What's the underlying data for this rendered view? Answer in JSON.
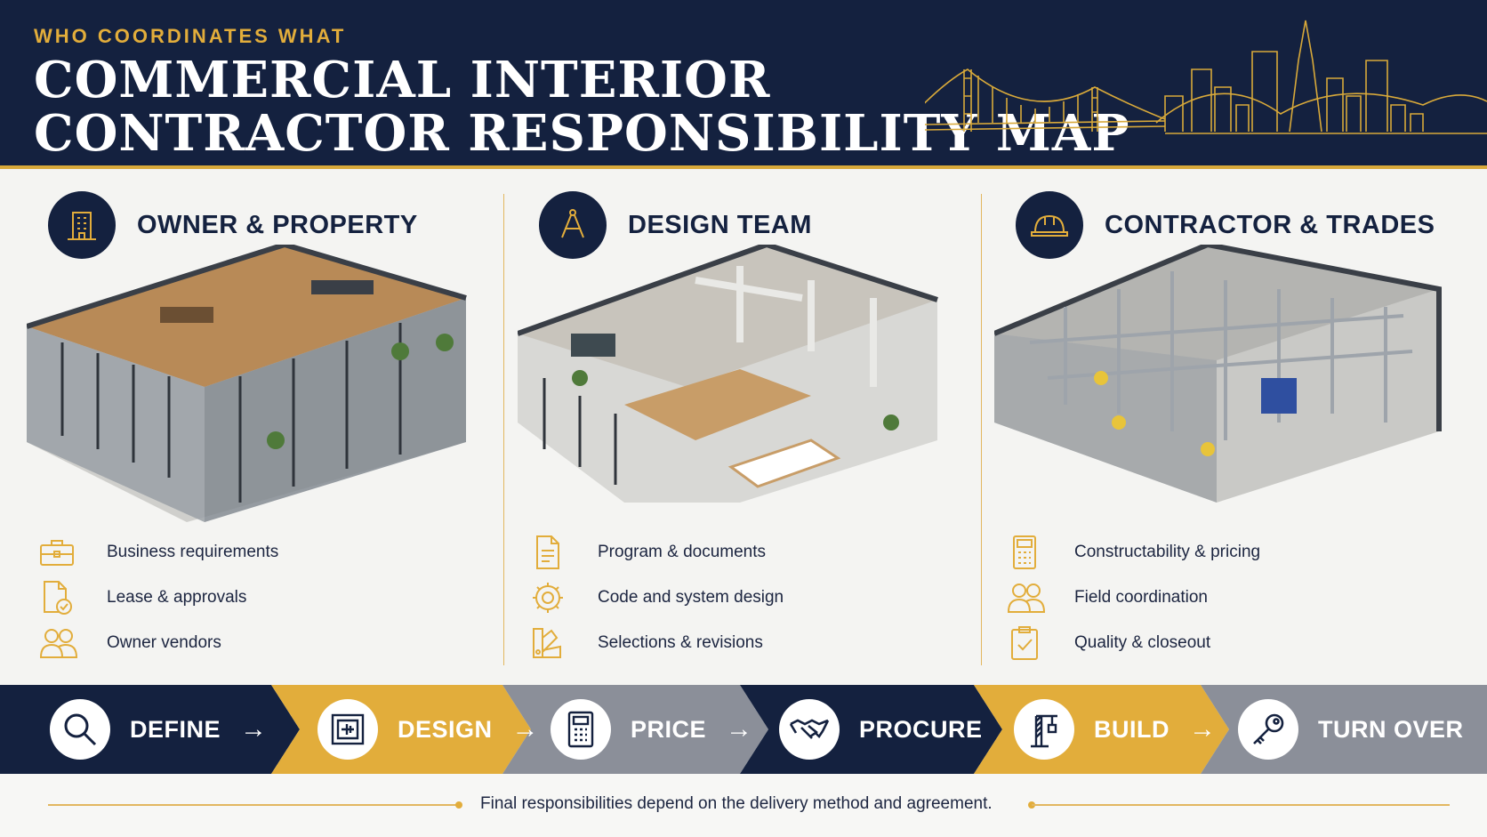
{
  "header": {
    "kicker": "WHO COORDINATES WHAT",
    "title_line1": "COMMERCIAL INTERIOR",
    "title_line2": "CONTRACTOR RESPONSIBILITY MAP"
  },
  "columns": [
    {
      "title": "OWNER & PROPERTY",
      "icon": "office-building-icon",
      "items": [
        {
          "icon": "briefcase-icon",
          "label": "Business requirements"
        },
        {
          "icon": "document-check-icon",
          "label": "Lease & approvals"
        },
        {
          "icon": "people-icon",
          "label": "Owner vendors"
        }
      ]
    },
    {
      "title": "DESIGN TEAM",
      "icon": "drafting-compass-icon",
      "items": [
        {
          "icon": "document-icon",
          "label": "Program & documents"
        },
        {
          "icon": "gear-icon",
          "label": "Code and system design"
        },
        {
          "icon": "swatches-icon",
          "label": "Selections & revisions"
        }
      ]
    },
    {
      "title": "CONTRACTOR & TRADES",
      "icon": "hard-hat-icon",
      "items": [
        {
          "icon": "calculator-icon",
          "label": "Constructability & pricing"
        },
        {
          "icon": "people-icon",
          "label": "Field coordination"
        },
        {
          "icon": "clipboard-check-icon",
          "label": "Quality & closeout"
        }
      ]
    }
  ],
  "process": [
    {
      "label": "DEFINE",
      "icon": "magnifier-icon",
      "arrow": "→"
    },
    {
      "label": "DESIGN",
      "icon": "blueprint-icon",
      "arrow": "→"
    },
    {
      "label": "PRICE",
      "icon": "calculator-icon",
      "arrow": "→"
    },
    {
      "label": "PROCURE",
      "icon": "handshake-icon",
      "arrow": ""
    },
    {
      "label": "BUILD",
      "icon": "crane-icon",
      "arrow": "→"
    },
    {
      "label": "TURN OVER",
      "icon": "key-icon",
      "arrow": ""
    }
  ],
  "footer": {
    "note": "Final responsibilities depend on the delivery method and agreement."
  },
  "colors": {
    "navy": "#14213f",
    "gold": "#e2ad3b",
    "gray": "#8b8f99",
    "background": "#f4f4f2"
  }
}
